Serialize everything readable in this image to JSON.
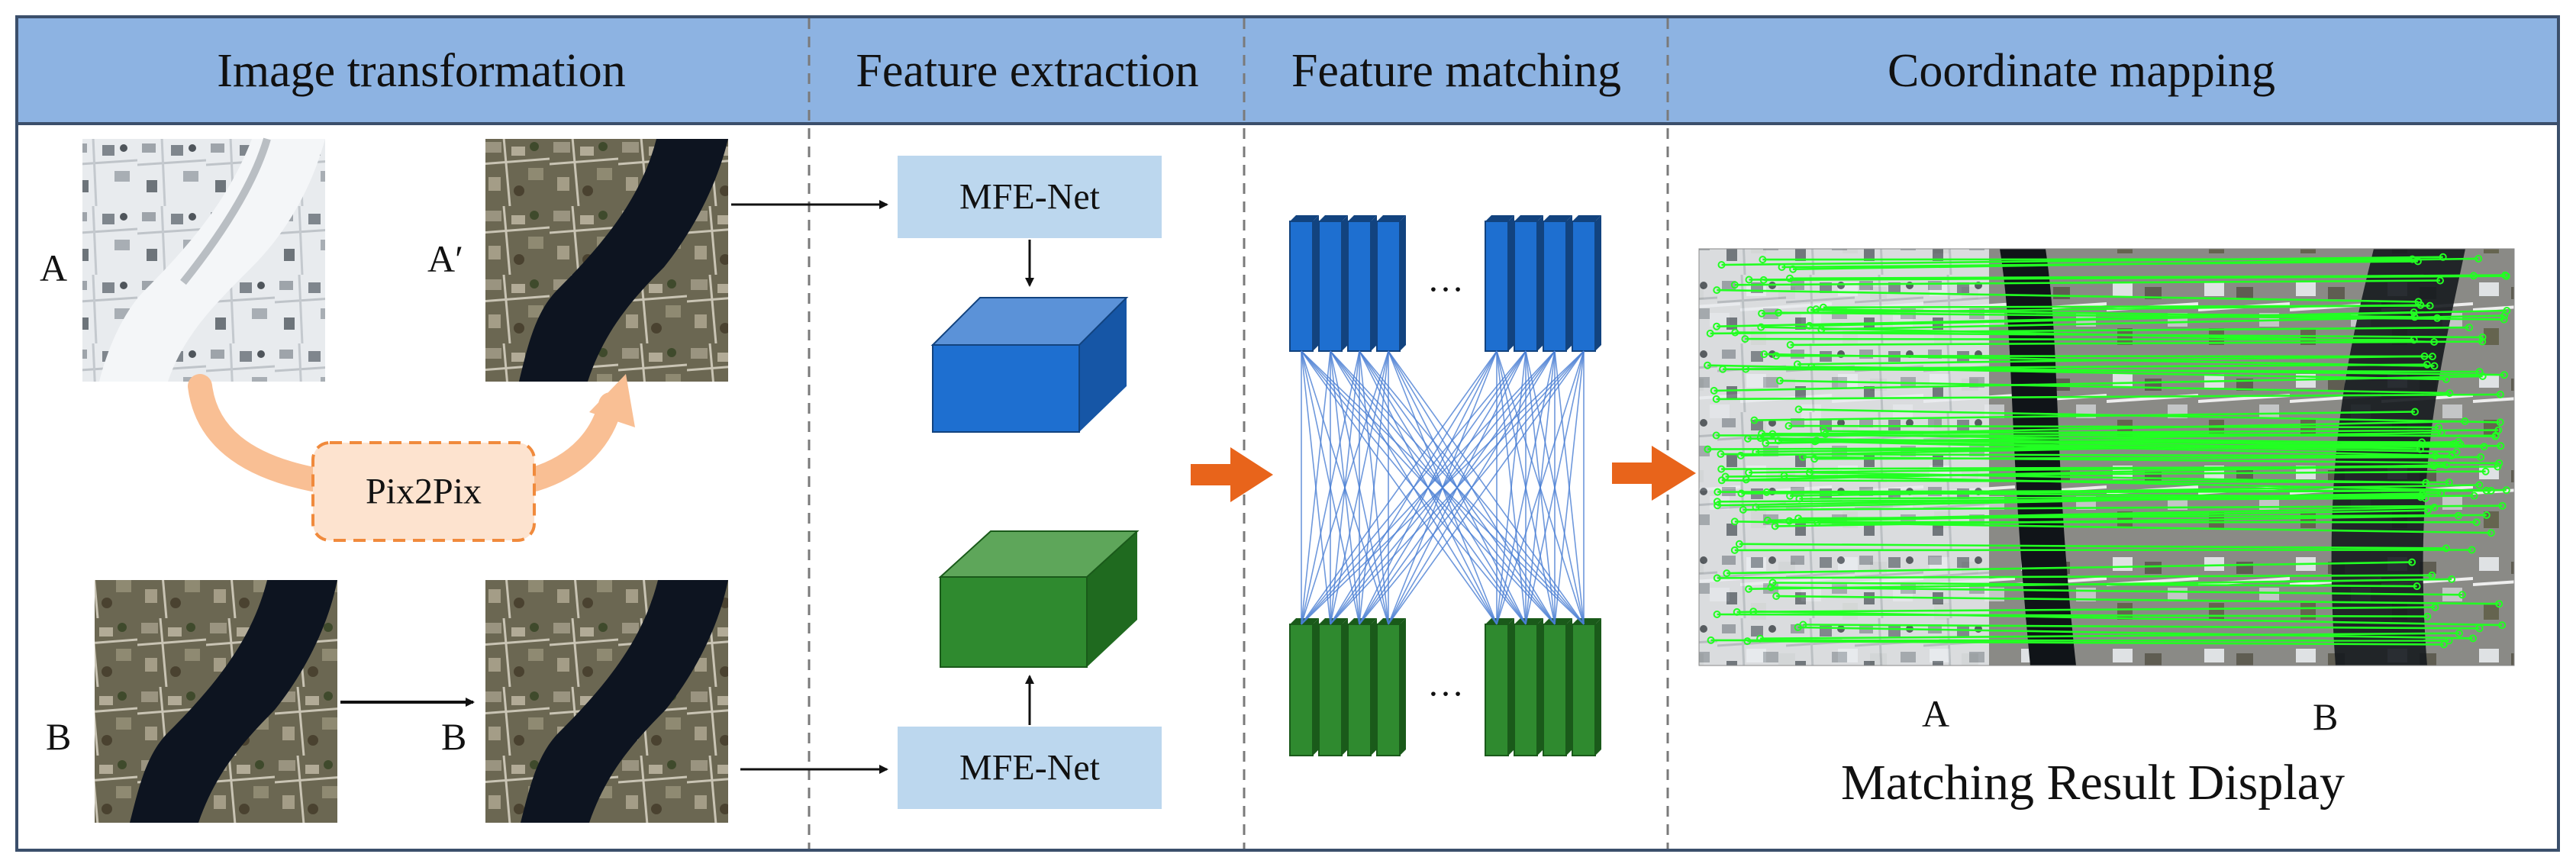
{
  "header": {
    "sections": [
      {
        "label": "Image transformation"
      },
      {
        "label": "Feature extraction"
      },
      {
        "label": "Feature matching"
      },
      {
        "label": "Coordinate mapping"
      }
    ]
  },
  "transformation": {
    "label_a": "A",
    "label_a_prime": "A′",
    "label_b_left": "B",
    "label_b_right": "B",
    "pix2pix": "Pix2Pix"
  },
  "extraction": {
    "top_net": "MFE-Net",
    "bottom_net": "MFE-Net"
  },
  "matching": {
    "top_ellipsis": "…",
    "bottom_ellipsis": "…"
  },
  "mapping": {
    "label_a": "A",
    "label_b": "B",
    "caption": "Matching Result Display"
  },
  "colors": {
    "header_bg": "#8db3e2",
    "net_box": "#bcd7ee",
    "pix2pix_fill": "#fde3cf",
    "pix2pix_border": "#f08a3c",
    "curve_arrow": "#f9bf94",
    "orange_arrow": "#e8641b",
    "blue_cube": "#1e6fd0",
    "green_cube": "#2f8a2f",
    "match_lines": "#22ff22"
  }
}
